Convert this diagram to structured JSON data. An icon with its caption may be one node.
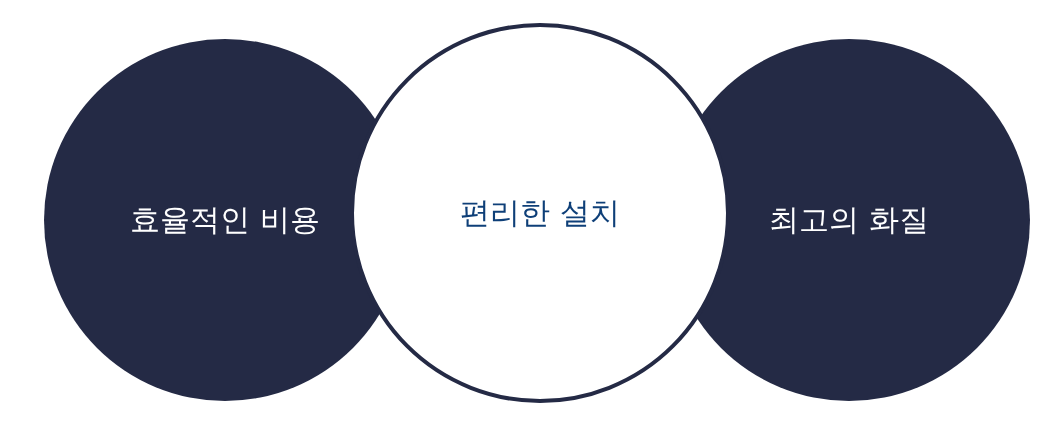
{
  "diagram": {
    "nodes": [
      {
        "text": [
          "효율적인 비용"
        ]
      },
      {
        "text": [
          "편리한 설치"
        ]
      },
      {
        "text": [
          "최고의 화질"
        ]
      }
    ]
  }
}
